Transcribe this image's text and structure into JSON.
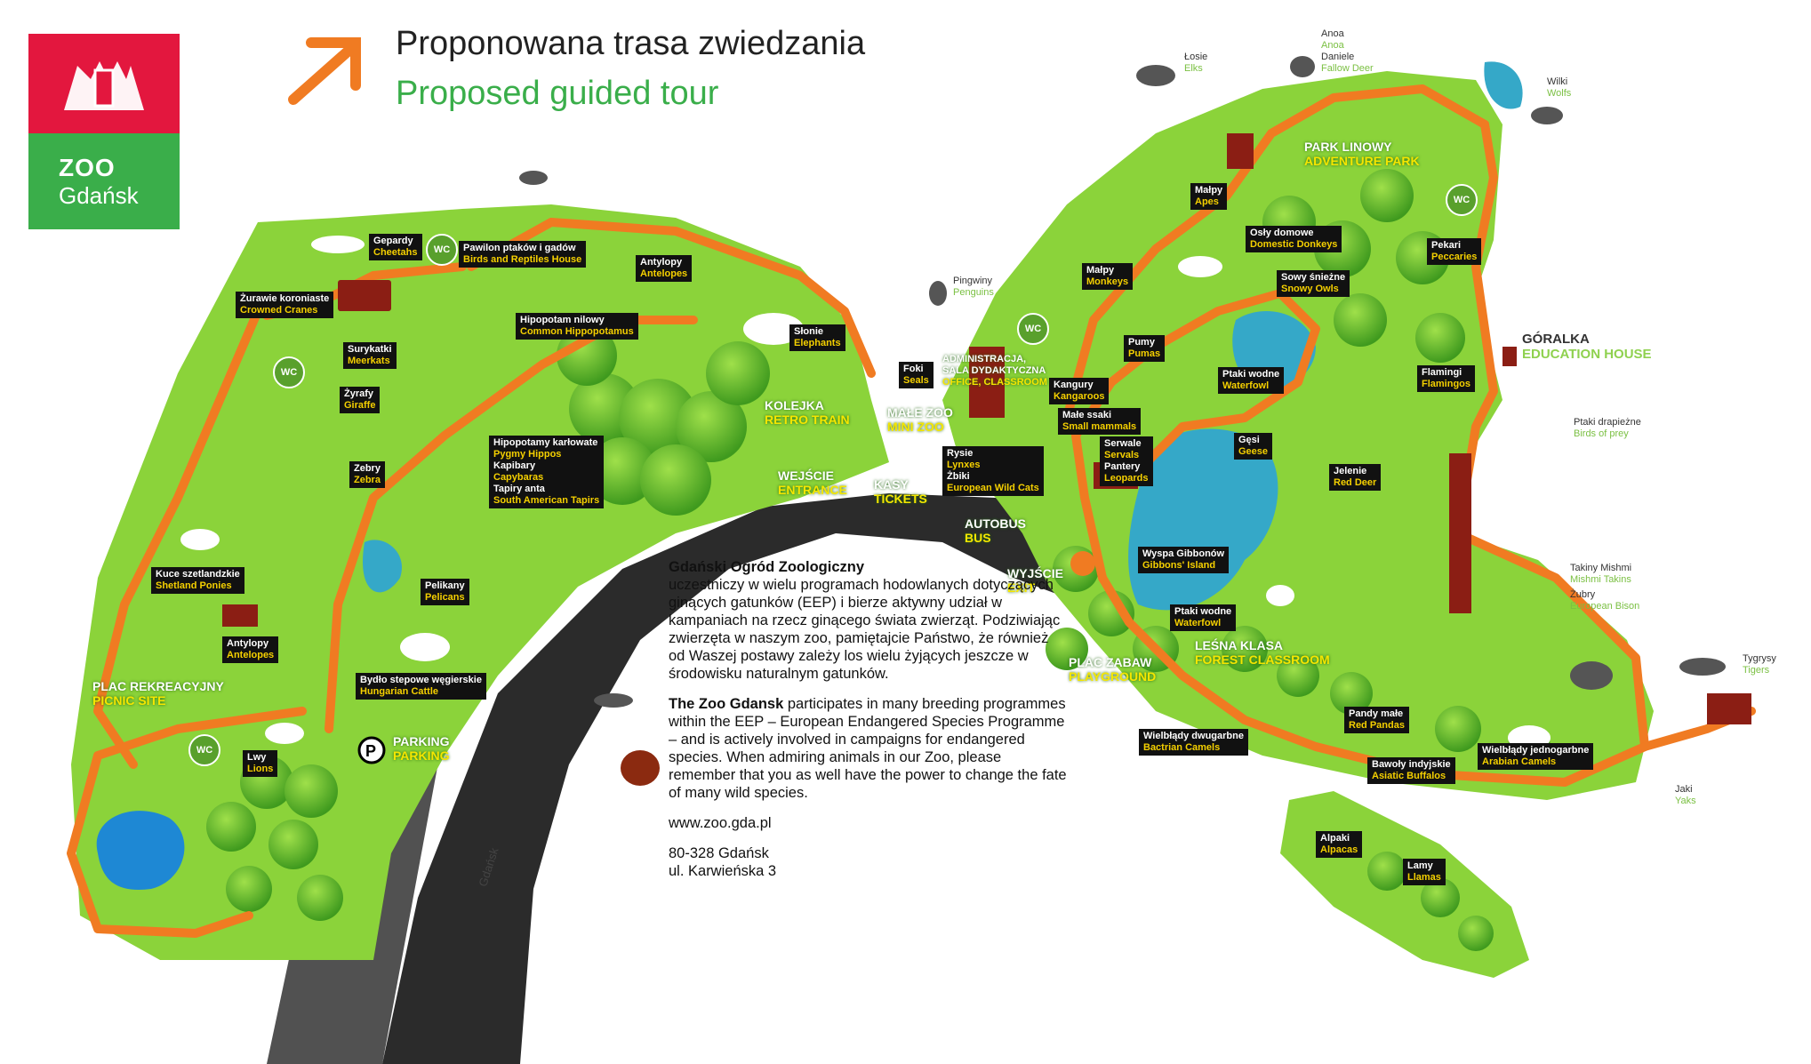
{
  "logo": {
    "zoo": "ZOO",
    "city": "Gdańsk"
  },
  "title": {
    "pl": "Proponowana trasa zwiedzania",
    "en": "Proposed guided tour"
  },
  "colors": {
    "route": "#f07b22",
    "grass": "#8bd33a",
    "water": "#35a8c8",
    "logo_red": "#e3173e",
    "logo_green": "#3aae4a"
  },
  "labels": [
    {
      "id": "cheetahs",
      "pl": "Gepardy",
      "en": "Cheetahs"
    },
    {
      "id": "birds-reptiles",
      "pl": "Pawilon ptaków i gadów",
      "en": "Birds and Reptiles House"
    },
    {
      "id": "antelopes-top",
      "pl": "Antylopy",
      "en": "Antelopes"
    },
    {
      "id": "cranes",
      "pl": "Żurawie koroniaste",
      "en": "Crowned Cranes"
    },
    {
      "id": "hippo",
      "pl": "Hipopotam nilowy",
      "en": "Common Hippopotamus"
    },
    {
      "id": "meerkats",
      "pl": "Surykatki",
      "en": "Meerkats"
    },
    {
      "id": "giraffe",
      "pl": "Żyrafy",
      "en": "Giraffe"
    },
    {
      "id": "zebra",
      "pl": "Zebry",
      "en": "Zebra"
    },
    {
      "id": "ponies",
      "pl": "Kuce szetlandzkie",
      "en": "Shetland Ponies"
    },
    {
      "id": "antelopes-left",
      "pl": "Antylopy",
      "en": "Antelopes"
    },
    {
      "id": "lions",
      "pl": "Lwy",
      "en": "Lions"
    },
    {
      "id": "pelicans",
      "pl": "Pelikany",
      "en": "Pelicans"
    },
    {
      "id": "cattle",
      "pl": "Bydło stepowe węgierskie",
      "en": "Hungarian Cattle"
    },
    {
      "id": "elephants",
      "pl": "Słonie",
      "en": "Elephants"
    },
    {
      "id": "seals",
      "pl": "Foki",
      "en": "Seals"
    },
    {
      "id": "apes",
      "pl": "Małpy",
      "en": "Apes"
    },
    {
      "id": "monkeys",
      "pl": "Małpy",
      "en": "Monkeys"
    },
    {
      "id": "donkeys",
      "pl": "Osły domowe",
      "en": "Domestic Donkeys"
    },
    {
      "id": "owls",
      "pl": "Sowy śnieżne",
      "en": "Snowy Owls"
    },
    {
      "id": "peccaries",
      "pl": "Pekari",
      "en": "Peccaries"
    },
    {
      "id": "pumas",
      "pl": "Pumy",
      "en": "Pumas"
    },
    {
      "id": "kangaroos",
      "pl": "Kangury",
      "en": "Kangaroos"
    },
    {
      "id": "small-mammals",
      "pl": "Małe ssaki",
      "en": "Small mammals"
    },
    {
      "id": "waterfowl-top",
      "pl": "Ptaki wodne",
      "en": "Waterfowl"
    },
    {
      "id": "flamingos",
      "pl": "Flamingi",
      "en": "Flamingos"
    },
    {
      "id": "geese",
      "pl": "Gęsi",
      "en": "Geese"
    },
    {
      "id": "red-deer",
      "pl": "Jelenie",
      "en": "Red Deer"
    },
    {
      "id": "gibbons",
      "pl": "Wyspa Gibbonów",
      "en": "Gibbons' Island"
    },
    {
      "id": "waterfowl-bottom",
      "pl": "Ptaki wodne",
      "en": "Waterfowl"
    },
    {
      "id": "bactrian",
      "pl": "Wielbłądy dwugarbne",
      "en": "Bactrian Camels"
    },
    {
      "id": "red-pandas",
      "pl": "Pandy małe",
      "en": "Red Pandas"
    },
    {
      "id": "arabian",
      "pl": "Wielbłądy jednogarbne",
      "en": "Arabian Camels"
    },
    {
      "id": "buffalos",
      "pl": "Bawoły indyjskie",
      "en": "Asiatic Buffalos"
    },
    {
      "id": "alpacas",
      "pl": "Alpaki",
      "en": "Alpacas"
    },
    {
      "id": "llamas",
      "pl": "Lamy",
      "en": "Llamas"
    }
  ],
  "multi": {
    "hippos": [
      {
        "pl": "Hipopotamy karłowate",
        "en": "Pygmy Hippos"
      },
      {
        "pl": "Kapibary",
        "en": "Capybaras"
      },
      {
        "pl": "Tapiry anta",
        "en": "South American Tapirs"
      }
    ],
    "cats": [
      {
        "pl": "Rysie",
        "en": "Lynxes"
      },
      {
        "pl": "Żbiki",
        "en": "European Wild Cats"
      }
    ],
    "servals": [
      {
        "pl": "Serwale",
        "en": "Servals"
      },
      {
        "pl": "Pantery",
        "en": "Leopards"
      }
    ]
  },
  "areas": {
    "adventure": {
      "pl": "PARK LINOWY",
      "en": "ADVENTURE PARK"
    },
    "retro": {
      "pl": "KOLEJKA",
      "en": "RETRO TRAIN"
    },
    "entrance": {
      "pl": "WEJŚCIE",
      "en": "ENTRANCE"
    },
    "minizoo": {
      "pl": "MAŁE ZOO",
      "en": "MINI ZOO"
    },
    "tickets": {
      "pl": "KASY",
      "en": "TICKETS"
    },
    "bus": {
      "pl": "AUTOBUS",
      "en": "BUS"
    },
    "exit": {
      "pl": "WYJŚCIE",
      "en": "EXIT"
    },
    "picnic": {
      "pl": "PLAC REKREACYJNY",
      "en": "PICNIC SITE"
    },
    "parking": {
      "pl": "PARKING",
      "en": "PARKING"
    },
    "playground": {
      "pl": "PLAC ZABAW",
      "en": "PLAYGROUND"
    },
    "forest": {
      "pl": "LEŚNA KLASA",
      "en": "FOREST CLASSROOM"
    },
    "office": {
      "pl": "ADMINISTRACJA, SALA DYDAKTYCZNA",
      "en": "OFFICE, CLASSROOM"
    }
  },
  "outside": {
    "elks": {
      "pl": "Łosie",
      "en": "Elks"
    },
    "anoa": {
      "pl": "Anoa",
      "en": "Anoa"
    },
    "fallow": {
      "pl": "Daniele",
      "en": "Fallow Deer"
    },
    "wolves": {
      "pl": "Wilki",
      "en": "Wolfs"
    },
    "penguins": {
      "pl": "Pingwiny",
      "en": "Penguins"
    },
    "prey": {
      "pl": "Ptaki drapieżne",
      "en": "Birds of prey"
    },
    "takins": {
      "pl": "Takiny Mishmi",
      "en": "Mishmi Takins"
    },
    "bison": {
      "pl": "Żubry",
      "en": "European Bison"
    },
    "tigers": {
      "pl": "Tygrysy",
      "en": "Tigers"
    },
    "yaks": {
      "pl": "Jaki",
      "en": "Yaks"
    },
    "education": {
      "pl": "GÓRALKA",
      "en": "EDUCATION HOUSE"
    }
  },
  "wc": "WC",
  "road": "Gdańsk",
  "info": {
    "pl_title": "Gdański Ogród Zoologiczny",
    "pl_body": "uczestniczy w wielu programach hodowlanych dotyczących ginących gatunków (EEP) i bierze aktywny udział w kampaniach na rzecz ginącego świata zwierząt. Podziwiając zwierzęta w naszym zoo, pamiętajcie Państwo, że również od Waszej postawy zależy los wielu żyjących jeszcze w środowisku naturalnym gatunków.",
    "en_title": "The Zoo Gdansk",
    "en_body": "participates in many breeding programmes within the EEP – European Endangered Species Programme – and is actively involved in campaigns for endangered species. When admiring animals in our Zoo, please remember that you as well have the power to change the fate of many wild species.",
    "url": "www.zoo.gda.pl",
    "postcode": "80-328 Gdańsk",
    "street": "ul. Karwieńska 3"
  }
}
